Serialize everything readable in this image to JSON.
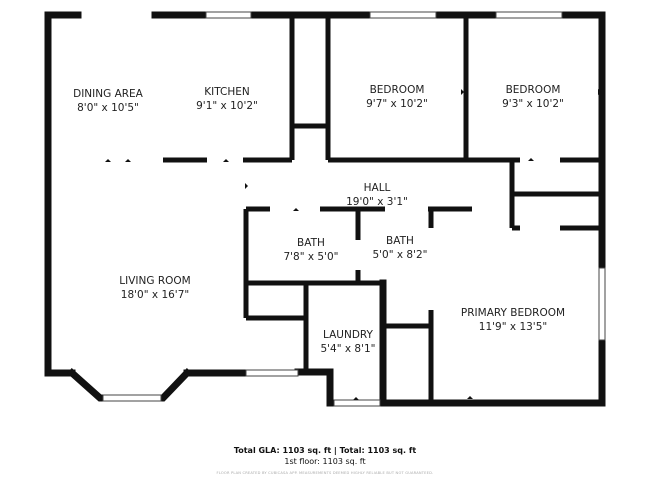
{
  "rooms": [
    {
      "name": "DINING AREA",
      "size": "8'0\" x 10'5\""
    },
    {
      "name": "KITCHEN",
      "size": "9'1\" x 10'2\""
    },
    {
      "name": "BEDROOM",
      "size": "9'7\" x 10'2\""
    },
    {
      "name": "BEDROOM",
      "size": "9'3\" x 10'2\""
    },
    {
      "name": "HALL",
      "size": "19'0\" x 3'1\""
    },
    {
      "name": "BATH",
      "size": "7'8\" x 5'0\""
    },
    {
      "name": "BATH",
      "size": "5'0\" x 8'2\""
    },
    {
      "name": "LIVING ROOM",
      "size": "18'0\" x 16'7\""
    },
    {
      "name": "PRIMARY BEDROOM",
      "size": "11'9\" x 13'5\""
    },
    {
      "name": "LAUNDRY",
      "size": "5'4\" x 8'1\""
    }
  ],
  "summary": {
    "main": "Total GLA: 1103 sq. ft | Total: 1103 sq. ft",
    "floor": "1st floor: 1103 sq. ft"
  },
  "disclaimer": "FLOOR PLAN CREATED BY CUBICASA APP. MEASUREMENTS DEEMED HIGHLY RELIABLE BUT NOT GUARANTEED."
}
